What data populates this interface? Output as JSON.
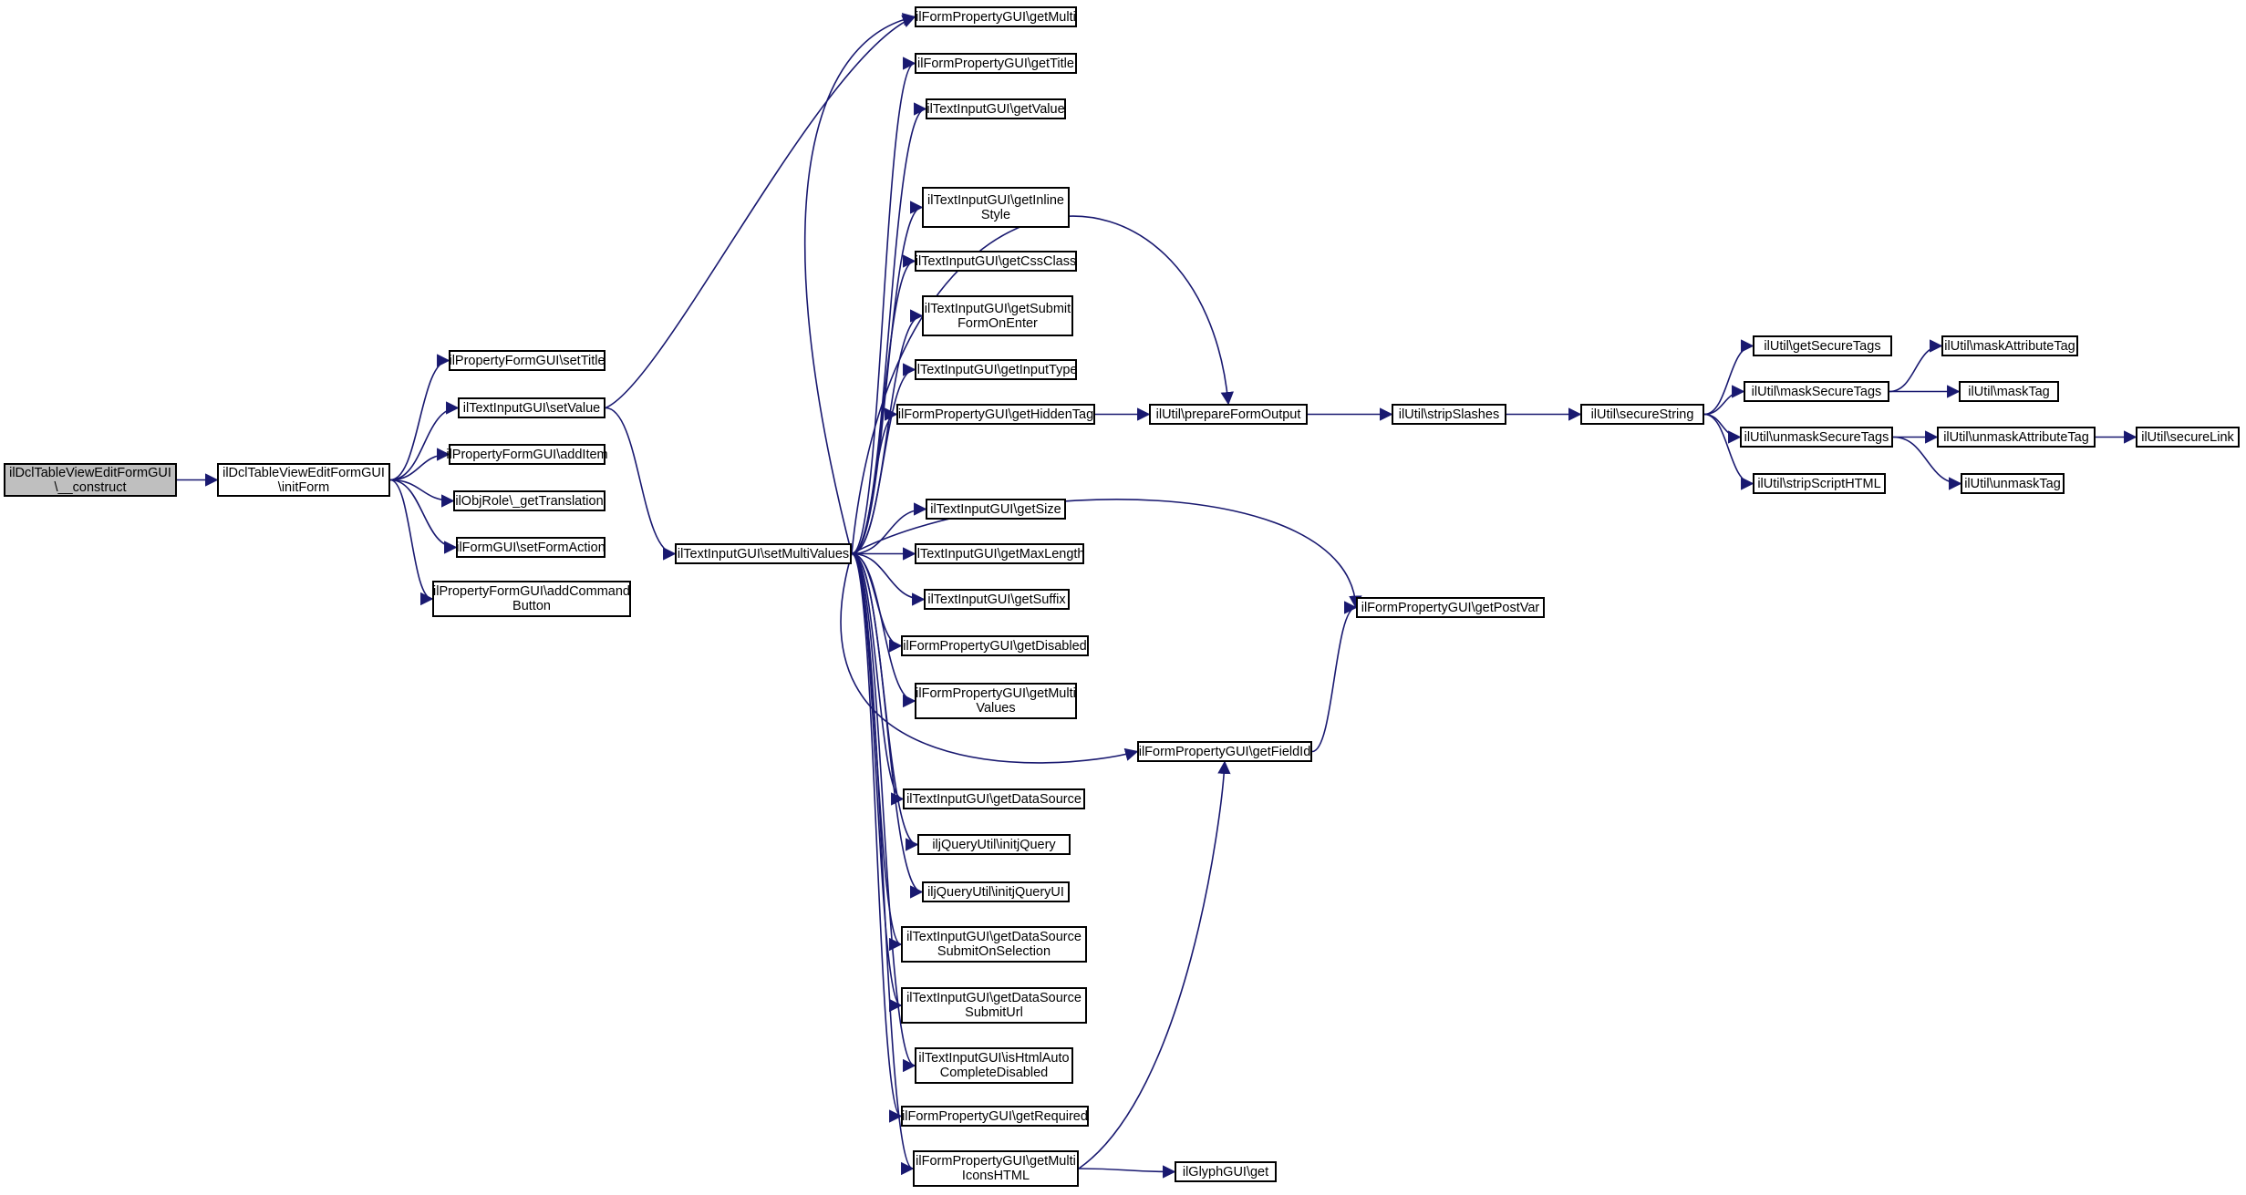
{
  "nodes": [
    {
      "id": "n0",
      "label": "ilDclTableViewEditFormGUI\n\\__construct",
      "root": true
    },
    {
      "id": "n1",
      "label": "ilDclTableViewEditFormGUI\n\\initForm"
    },
    {
      "id": "n2",
      "label": "ilPropertyFormGUI\\setTitle"
    },
    {
      "id": "n3",
      "label": "ilTextInputGUI\\setValue"
    },
    {
      "id": "n4",
      "label": "ilPropertyFormGUI\\addItem"
    },
    {
      "id": "n5",
      "label": "ilObjRole\\_getTranslation"
    },
    {
      "id": "n6",
      "label": "ilFormGUI\\setFormAction"
    },
    {
      "id": "n7",
      "label": "ilPropertyFormGUI\\addCommand\nButton"
    },
    {
      "id": "n8",
      "label": "ilTextInputGUI\\setMultiValues"
    },
    {
      "id": "n9",
      "label": "ilFormPropertyGUI\\getMulti"
    },
    {
      "id": "n10",
      "label": "ilFormPropertyGUI\\getTitle"
    },
    {
      "id": "n11",
      "label": "ilTextInputGUI\\getValue"
    },
    {
      "id": "n12",
      "label": "ilTextInputGUI\\getInline\nStyle"
    },
    {
      "id": "n13",
      "label": "ilTextInputGUI\\getCssClass"
    },
    {
      "id": "n14",
      "label": "ilTextInputGUI\\getSubmit\nFormOnEnter"
    },
    {
      "id": "n15",
      "label": "ilTextInputGUI\\getInputType"
    },
    {
      "id": "n16",
      "label": "ilFormPropertyGUI\\getHiddenTag"
    },
    {
      "id": "n17",
      "label": "ilTextInputGUI\\getSize"
    },
    {
      "id": "n18",
      "label": "ilTextInputGUI\\getMaxLength"
    },
    {
      "id": "n19",
      "label": "ilTextInputGUI\\getSuffix"
    },
    {
      "id": "n20",
      "label": "ilFormPropertyGUI\\getDisabled"
    },
    {
      "id": "n21",
      "label": "ilFormPropertyGUI\\getMulti\nValues"
    },
    {
      "id": "n22",
      "label": "ilTextInputGUI\\getDataSource"
    },
    {
      "id": "n23",
      "label": "iljQueryUtil\\initjQuery"
    },
    {
      "id": "n24",
      "label": "iljQueryUtil\\initjQueryUI"
    },
    {
      "id": "n25",
      "label": "ilTextInputGUI\\getDataSource\nSubmitOnSelection"
    },
    {
      "id": "n26",
      "label": "ilTextInputGUI\\getDataSource\nSubmitUrl"
    },
    {
      "id": "n27",
      "label": "ilTextInputGUI\\isHtmlAuto\nCompleteDisabled"
    },
    {
      "id": "n28",
      "label": "ilFormPropertyGUI\\getRequired"
    },
    {
      "id": "n29",
      "label": "ilFormPropertyGUI\\getMulti\nIconsHTML"
    },
    {
      "id": "n30",
      "label": "ilUtil\\prepareFormOutput"
    },
    {
      "id": "n31",
      "label": "ilFormPropertyGUI\\getPostVar"
    },
    {
      "id": "n32",
      "label": "ilFormPropertyGUI\\getFieldId"
    },
    {
      "id": "n33",
      "label": "ilGlyphGUI\\get"
    },
    {
      "id": "n34",
      "label": "ilUtil\\stripSlashes"
    },
    {
      "id": "n35",
      "label": "ilUtil\\secureString"
    },
    {
      "id": "n36",
      "label": "ilUtil\\getSecureTags"
    },
    {
      "id": "n37",
      "label": "ilUtil\\maskSecureTags"
    },
    {
      "id": "n38",
      "label": "ilUtil\\unmaskSecureTags"
    },
    {
      "id": "n39",
      "label": "ilUtil\\stripScriptHTML"
    },
    {
      "id": "n40",
      "label": "ilUtil\\maskAttributeTag"
    },
    {
      "id": "n41",
      "label": "ilUtil\\maskTag"
    },
    {
      "id": "n42",
      "label": "ilUtil\\unmaskAttributeTag"
    },
    {
      "id": "n43",
      "label": "ilUtil\\unmaskTag"
    },
    {
      "id": "n44",
      "label": "ilUtil\\secureLink"
    }
  ],
  "edges": [
    [
      "n0",
      "n1"
    ],
    [
      "n1",
      "n2"
    ],
    [
      "n1",
      "n3"
    ],
    [
      "n1",
      "n4"
    ],
    [
      "n1",
      "n5"
    ],
    [
      "n1",
      "n6"
    ],
    [
      "n1",
      "n7"
    ],
    [
      "n3",
      "n9"
    ],
    [
      "n3",
      "n8"
    ],
    [
      "n8",
      "n9"
    ],
    [
      "n8",
      "n10"
    ],
    [
      "n8",
      "n11"
    ],
    [
      "n8",
      "n30"
    ],
    [
      "n8",
      "n12"
    ],
    [
      "n8",
      "n13"
    ],
    [
      "n8",
      "n14"
    ],
    [
      "n8",
      "n15"
    ],
    [
      "n8",
      "n16"
    ],
    [
      "n8",
      "n17"
    ],
    [
      "n8",
      "n18"
    ],
    [
      "n8",
      "n31"
    ],
    [
      "n8",
      "n19"
    ],
    [
      "n8",
      "n20"
    ],
    [
      "n8",
      "n21"
    ],
    [
      "n8",
      "n32"
    ],
    [
      "n8",
      "n22"
    ],
    [
      "n8",
      "n23"
    ],
    [
      "n8",
      "n24"
    ],
    [
      "n8",
      "n25"
    ],
    [
      "n8",
      "n26"
    ],
    [
      "n8",
      "n27"
    ],
    [
      "n8",
      "n28"
    ],
    [
      "n8",
      "n29"
    ],
    [
      "n16",
      "n30"
    ],
    [
      "n30",
      "n34"
    ],
    [
      "n34",
      "n35"
    ],
    [
      "n35",
      "n36"
    ],
    [
      "n35",
      "n37"
    ],
    [
      "n35",
      "n38"
    ],
    [
      "n35",
      "n39"
    ],
    [
      "n37",
      "n40"
    ],
    [
      "n37",
      "n41"
    ],
    [
      "n38",
      "n42"
    ],
    [
      "n38",
      "n43"
    ],
    [
      "n42",
      "n44"
    ],
    [
      "n32",
      "n31"
    ],
    [
      "n29",
      "n32"
    ],
    [
      "n29",
      "n33"
    ]
  ],
  "colors": {
    "edge": "#191970",
    "node_border": "#000000",
    "root_fill": "#bfbfbf"
  }
}
